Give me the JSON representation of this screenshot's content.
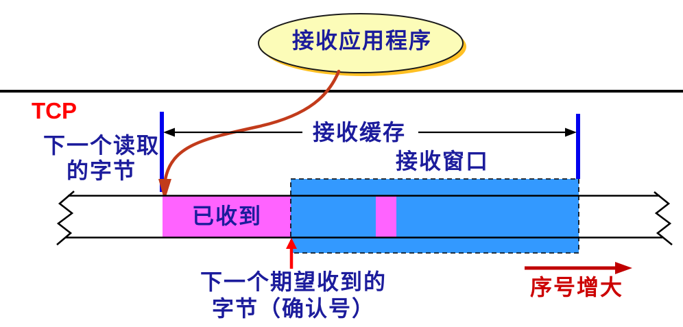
{
  "diagram": {
    "bubble": {
      "label": "接收应用程序"
    },
    "tcp": {
      "label": "TCP"
    },
    "next_read": {
      "label": "下一个读取\n的字节"
    },
    "buffer": {
      "label": "接收缓存"
    },
    "window": {
      "label": "接收窗口"
    },
    "received": {
      "label": "已收到"
    },
    "next_expected": {
      "label": "下一个期望收到的\n字节（确认号）"
    },
    "sequence": {
      "label": "序号增大"
    }
  },
  "colors": {
    "label_blue": "#1C1C9C",
    "tcp_red": "#FF0000",
    "seq_text_red": "#CC0000",
    "seq_arrow_red": "#C00000",
    "pointer_red": "#FF0000",
    "curve_orange": "#C23B1B",
    "tick_blue": "#0000EE",
    "window_blue": "#3399FF",
    "segment_magenta": "#FF63FF",
    "bubble_fill": "#FCFCB8",
    "bubble_shadow": "#FFC024",
    "line_black": "#000000"
  }
}
